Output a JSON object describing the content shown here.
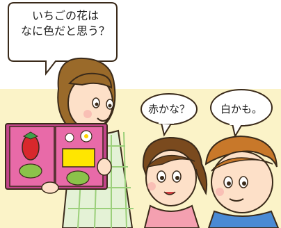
{
  "speech": {
    "teacher_line1": "いちごの花は",
    "teacher_line2": "なに色だと思う？",
    "girl": "赤かな？",
    "boy": "白かも。"
  },
  "colors": {
    "background_band": "#fbf3c8",
    "outline": "#3a2a1a",
    "teacher_hair": "#9a6a2a",
    "child_hair": "#7a4a1e",
    "boy_hair": "#c8782a",
    "skin": "#fde0c8",
    "apron": "#e4f2d6",
    "book_cover": "#c2448a",
    "book_page": "#e86aa8",
    "label_yellow": "#ffe600",
    "strawberry_red": "#d8282c"
  },
  "icons": [
    "strawberry-icon",
    "flower-icon"
  ]
}
